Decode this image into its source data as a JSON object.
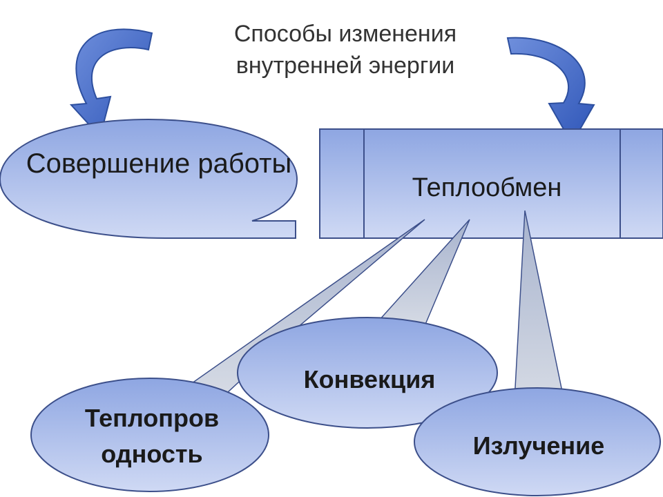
{
  "title_lines": [
    "Способы изменения",
    "внутренней энергии"
  ],
  "nodes": {
    "work": "Совершение работы",
    "heat_exchange": "Теплообмен",
    "convection": "Конвекция",
    "conduction": "Теплопров одность",
    "radiation": "Излучение"
  },
  "colors": {
    "fill_top": "#8ea6e2",
    "fill_bottom": "#c7d3f2",
    "stroke": "#3c4f8a",
    "arrow": "#4a6fc8",
    "arrow_dark": "#2d4f9f",
    "callout": "#cfd4de"
  }
}
